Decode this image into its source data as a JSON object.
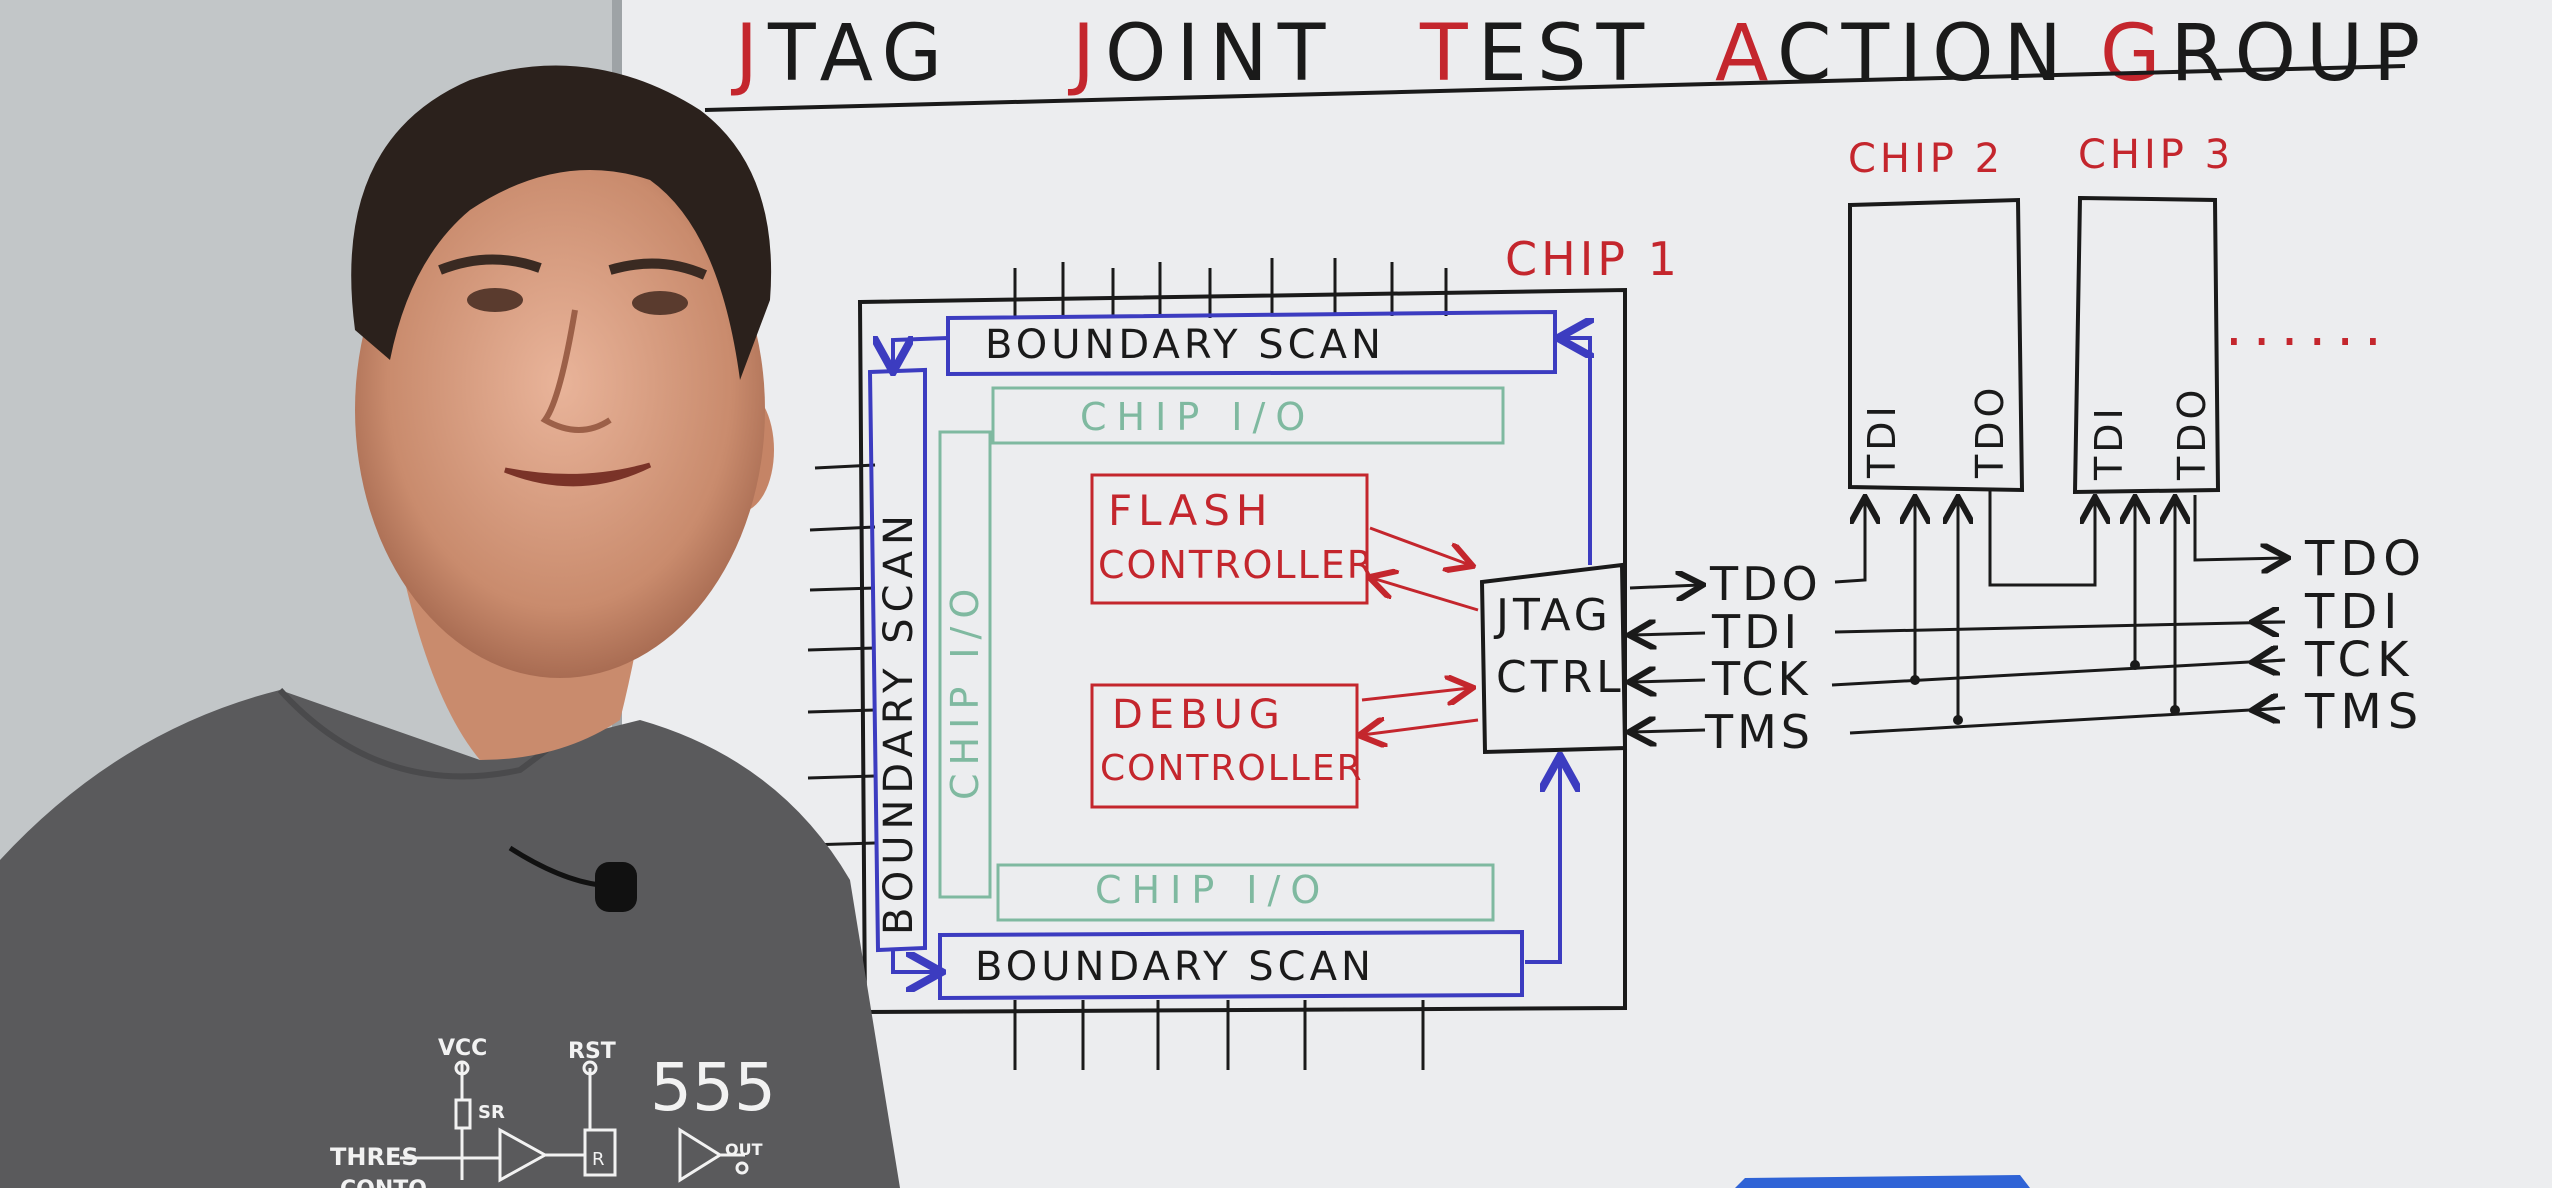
{
  "title": {
    "words": [
      {
        "first": "J",
        "rest": "TAG"
      },
      {
        "first": "J",
        "rest": "OINT"
      },
      {
        "first": "T",
        "rest": "EST"
      },
      {
        "first": "A",
        "rest": "CTION"
      },
      {
        "first": "G",
        "rest": "ROUP"
      }
    ]
  },
  "chip1": {
    "label": "CHIP 1",
    "boundary_scan_top": "BOUNDARY SCAN",
    "boundary_scan_bottom": "BOUNDARY SCAN",
    "boundary_scan_left": "BOUNDARY SCAN",
    "chip_io_top": "CHIP I/O",
    "chip_io_bottom": "CHIP I/O",
    "chip_io_left": "CHIP I/O",
    "flash_controller": [
      "FLASH",
      "CONTROLLER"
    ],
    "debug_controller": [
      "DEBUG",
      "CONTROLLER"
    ],
    "jtag_ctrl": [
      "JTAG",
      "CTRL"
    ],
    "signals": [
      "TDO",
      "TDI",
      "TCK",
      "TMS"
    ]
  },
  "chip2": {
    "label": "CHIP 2",
    "pins": [
      "TDI",
      "TDO"
    ]
  },
  "chip3": {
    "label": "CHIP 3",
    "pins": [
      "TDI",
      "TDO"
    ]
  },
  "continuation": "......",
  "bus_signals": [
    "TDO",
    "TDI",
    "TCK",
    "TMS"
  ],
  "shirt": {
    "number": "555",
    "labels": {
      "vcc": "VCC",
      "rst": "RST",
      "sr": "SR",
      "thres": "THRES",
      "out": "OUT",
      "r": "R",
      "conto": "CONTO"
    }
  },
  "colors": {
    "red": "#c4262d",
    "blue": "#3c3cc0",
    "green": "#7fb9a0",
    "black": "#1a1a1a",
    "board": "#ecedef",
    "shirt": "#5a5a5c"
  }
}
